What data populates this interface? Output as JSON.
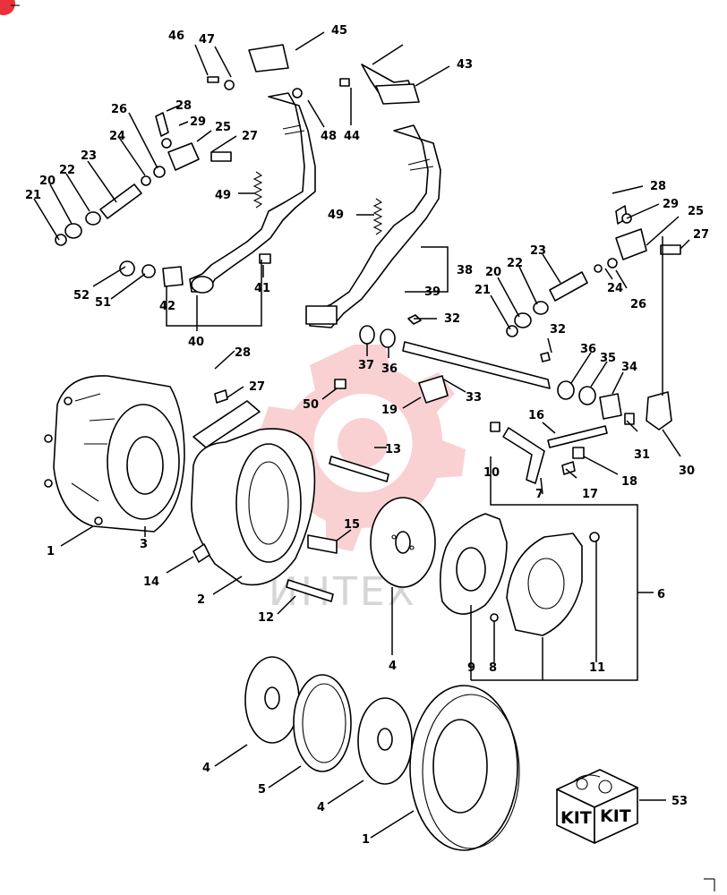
{
  "watermark": {
    "text": "ИНТЕХ",
    "color": "#e8313a"
  },
  "kit": {
    "label_left": "KIT",
    "label_right": "KIT"
  },
  "callouts": {
    "c1a": "1",
    "c1b": "1",
    "c2": "2",
    "c3": "3",
    "c4a": "4",
    "c4b": "4",
    "c4c": "4",
    "c5": "5",
    "c6": "6",
    "c7": "7",
    "c8": "8",
    "c9": "9",
    "c10": "10",
    "c11": "11",
    "c12": "12",
    "c13": "13",
    "c14": "14",
    "c15": "15",
    "c16": "16",
    "c17": "17",
    "c18": "18",
    "c19": "19",
    "c20a": "20",
    "c20b": "20",
    "c21a": "21",
    "c21b": "21",
    "c22a": "22",
    "c22b": "22",
    "c23a": "23",
    "c23b": "23",
    "c24a": "24",
    "c24b": "24",
    "c25a": "25",
    "c25b": "25",
    "c26a": "26",
    "c26b": "26",
    "c27a": "27",
    "c27b": "27",
    "c27c": "27",
    "c28a": "28",
    "c28b": "28",
    "c28c": "28",
    "c29a": "29",
    "c29b": "29",
    "c30": "30",
    "c31": "31",
    "c32a": "32",
    "c32b": "32",
    "c33": "33",
    "c34": "34",
    "c35": "35",
    "c36a": "36",
    "c36b": "36",
    "c37": "37",
    "c38": "38",
    "c39": "39",
    "c40": "40",
    "c41": "41",
    "c42": "42",
    "c43": "43",
    "c44": "44",
    "c45": "45",
    "c46": "46",
    "c47": "47",
    "c48": "48",
    "c49a": "49",
    "c49b": "49",
    "c50": "50",
    "c51": "51",
    "c52": "52",
    "c53": "53"
  }
}
